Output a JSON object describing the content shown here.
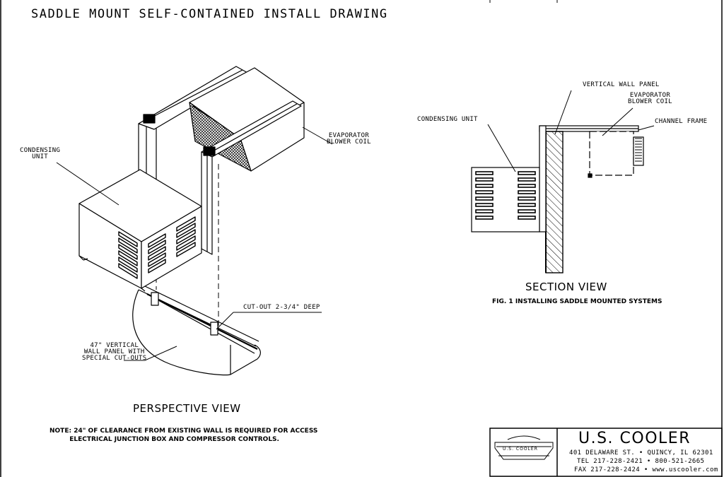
{
  "title": "SADDLE MOUNT SELF-CONTAINED INSTALL DRAWING",
  "perspective": {
    "condensing_unit_label": "CONDENSING\nUNIT",
    "evaporator_label": "EVAPORATOR\nBLOWER COIL",
    "cutout_label": "CUT-OUT 2-3/4\" DEEP",
    "wall_panel_label": "47\" VERTICAL\nWALL PANEL WITH\nSPECIAL CUT-OUTS",
    "view_title": "PERSPECTIVE VIEW"
  },
  "section": {
    "vertical_wall_panel_label": "VERTICAL WALL PANEL",
    "evaporator_label": "EVAPORATOR\nBLOWER COIL",
    "condensing_unit_label": "CONDENSING UNIT",
    "channel_frame_label": "CHANNEL FRAME",
    "view_title": "SECTION VIEW",
    "caption": "FIG. 1 INSTALLING SADDLE MOUNTED SYSTEMS"
  },
  "note": "NOTE: 24\" OF CLEARANCE FROM EXISTING WALL IS REQUIRED FOR ACCESS\n         ELECTRICAL JUNCTION BOX AND COMPRESSOR CONTROLS.",
  "title_block": {
    "logo_text": "U.S. COOLER",
    "company": "U.S. COOLER",
    "address": "401 DELAWARE ST. • QUINCY, IL 62301",
    "phone": "TEL 217-228-2421 • 800-521-2665",
    "fax": "FAX 217-228-2424 • www.uscooler.com"
  }
}
